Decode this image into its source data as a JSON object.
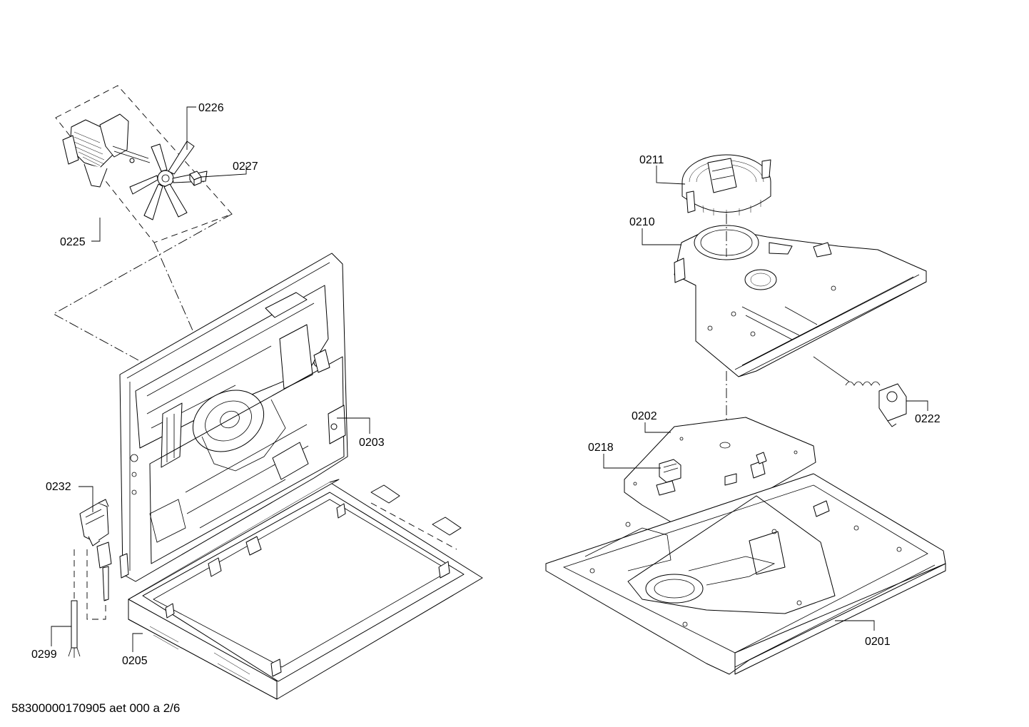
{
  "labels": {
    "p0226": "0226",
    "p0227": "0227",
    "p0225": "0225",
    "p0211": "0211",
    "p0210": "0210",
    "p0203": "0203",
    "p0202": "0202",
    "p0218": "0218",
    "p0222": "0222",
    "p0232": "0232",
    "p0299": "0299",
    "p0205": "0205",
    "p0201": "0201"
  },
  "footer": "58300000170905 aet 000 a 2/6"
}
